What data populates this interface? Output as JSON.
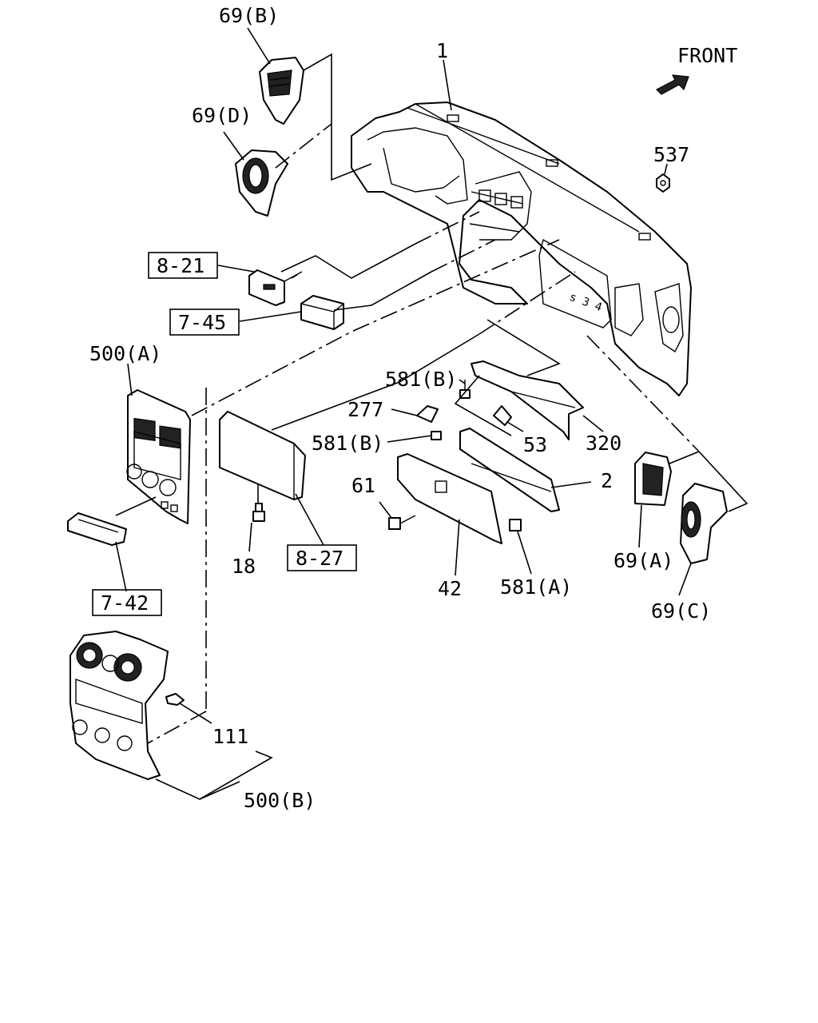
{
  "callouts": {
    "c69b": "69(B)",
    "c69d": "69(D)",
    "c1": "1",
    "cfront": "FRONT",
    "c537": "537",
    "c821": "8-21",
    "c745": "7-45",
    "c500a": "500(A)",
    "c581b_top": "581(B)",
    "c277": "277",
    "c581b_mid": "581(B)",
    "c53": "53",
    "c320": "320",
    "c2": "2",
    "c61": "61",
    "c18": "18",
    "c827": "8-27",
    "c742": "7-42",
    "c42": "42",
    "c581a": "581(A)",
    "c69a": "69(A)",
    "c69c": "69(C)",
    "c111": "111",
    "c500b": "500(B)"
  },
  "icons": {
    "front_arrow": "front-direction-arrow"
  }
}
